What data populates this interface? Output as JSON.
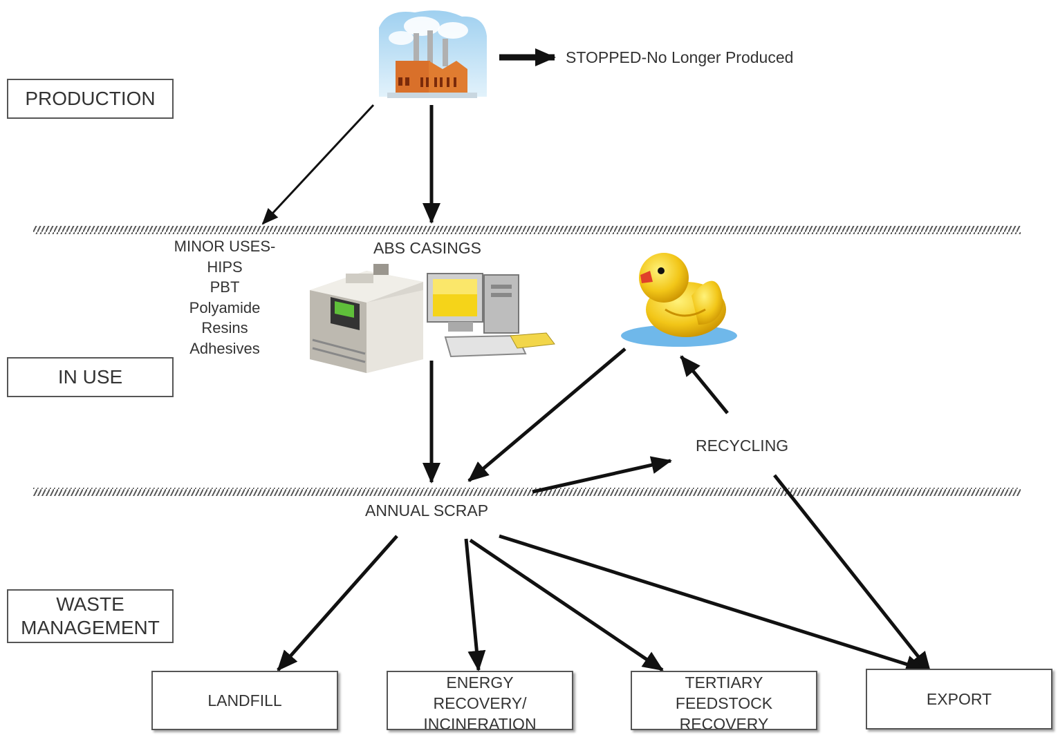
{
  "stages": {
    "production": "PRODUCTION",
    "in_use": "IN USE",
    "waste_line1": "WASTE",
    "waste_line2": "MANAGEMENT"
  },
  "labels": {
    "stopped": "STOPPED-No Longer Produced",
    "abs_casings": "ABS CASINGS",
    "recycling": "RECYCLING",
    "annual_scrap": "ANNUAL SCRAP"
  },
  "minor_uses": [
    "MINOR USES-",
    "HIPS",
    "PBT",
    "Polyamide",
    "Resins",
    "Adhesives"
  ],
  "destinations": {
    "landfill": "LANDFILL",
    "energy": [
      "ENERGY",
      "RECOVERY/",
      "INCINERATION"
    ],
    "tertiary": [
      "TERTIARY",
      "FEEDSTOCK",
      "RECOVERY"
    ],
    "export": "EXPORT"
  },
  "icons": [
    "factory-icon",
    "printer-icon",
    "computer-icon",
    "rubber-duck-icon"
  ],
  "colors": {
    "arrow": "#111111",
    "box_border": "#555555",
    "text": "#333333"
  }
}
